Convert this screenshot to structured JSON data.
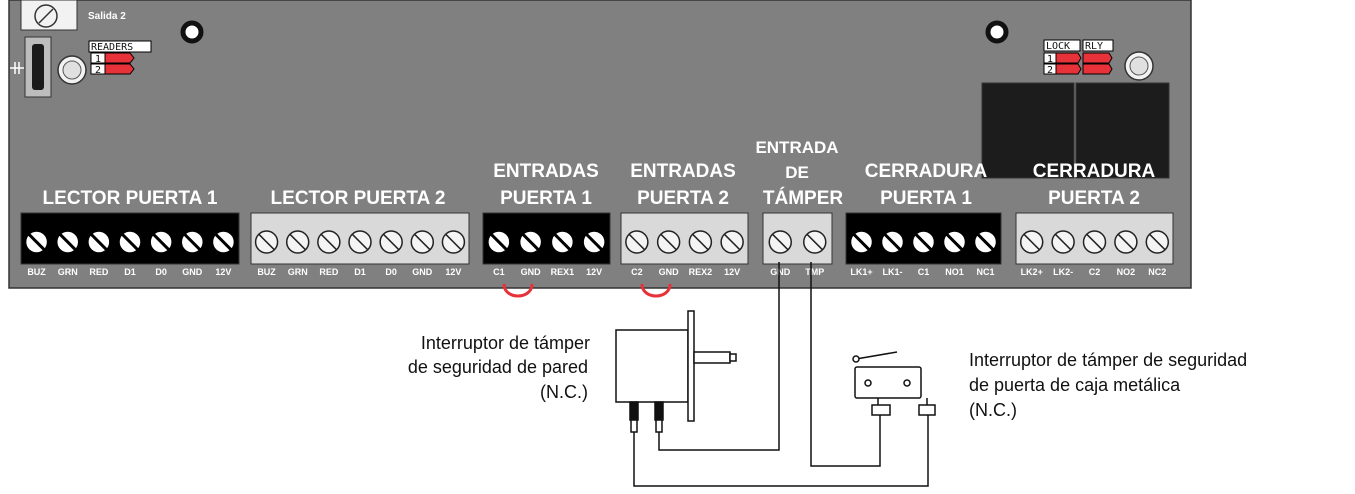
{
  "board": {
    "salida_label": "Salida 2",
    "readers_label": "READERS",
    "readers_jumpers": [
      "1",
      "2"
    ],
    "lock_label": "LOCK",
    "rly_label": "RLY",
    "lock_jumpers": [
      "1",
      "2"
    ]
  },
  "blocks": [
    {
      "id": "lector1",
      "title": [
        "LECTOR PUERTA 1"
      ],
      "style": "dark",
      "terminals": [
        "BUZ",
        "GRN",
        "RED",
        "D1",
        "D0",
        "GND",
        "12V"
      ]
    },
    {
      "id": "lector2",
      "title": [
        "LECTOR PUERTA 2"
      ],
      "style": "light",
      "terminals": [
        "BUZ",
        "GRN",
        "RED",
        "D1",
        "D0",
        "GND",
        "12V"
      ]
    },
    {
      "id": "entradas1",
      "title": [
        "ENTRADAS",
        "PUERTA 1"
      ],
      "style": "dark",
      "terminals": [
        "C1",
        "GND",
        "REX1",
        "12V"
      ]
    },
    {
      "id": "entradas2",
      "title": [
        "ENTRADAS",
        "PUERTA 2"
      ],
      "style": "light",
      "terminals": [
        "C2",
        "GND",
        "REX2",
        "12V"
      ]
    },
    {
      "id": "tamper",
      "title": [
        "ENTRADA",
        "DE",
        "TÁMPER"
      ],
      "style": "light",
      "terminals": [
        "GND",
        "TMP"
      ]
    },
    {
      "id": "cerradura1",
      "title": [
        "CERRADURA",
        "PUERTA 1"
      ],
      "style": "dark",
      "terminals": [
        "LK1+",
        "LK1-",
        "C1",
        "NO1",
        "NC1"
      ]
    },
    {
      "id": "cerradura2",
      "title": [
        "CERRADURA",
        "PUERTA 2"
      ],
      "style": "light",
      "terminals": [
        "LK2+",
        "LK2-",
        "C2",
        "NO2",
        "NC2"
      ]
    }
  ],
  "captions": {
    "wall_switch": [
      "Interruptor de támper",
      "de seguridad de pared",
      "(N.C.)"
    ],
    "box_switch": [
      "Interruptor de támper de seguridad",
      "de puerta de caja metálica",
      "(N.C.)"
    ]
  },
  "colors": {
    "board": "#808080",
    "dark_block": "#000000",
    "light_block": "#d9d9d9",
    "jumper": "#e8323a",
    "loop": "#e8323a"
  }
}
